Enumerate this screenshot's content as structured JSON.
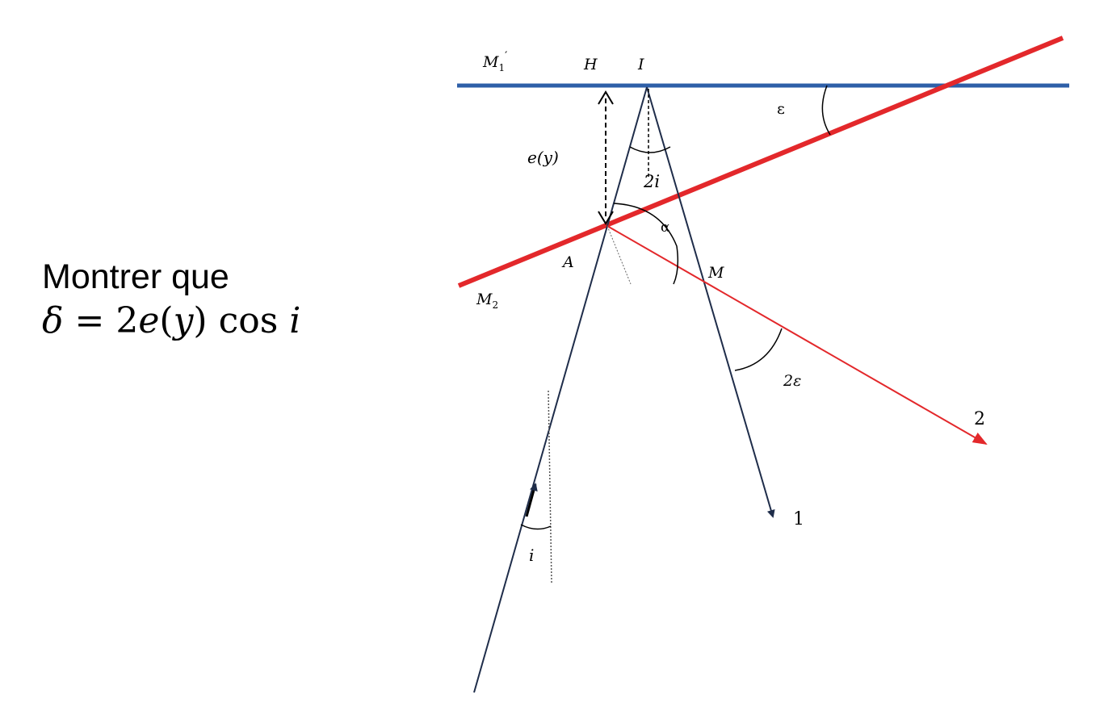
{
  "prompt": {
    "line1": "Montrer que",
    "delta": "δ",
    "equals": " = 2",
    "e": "e",
    "paren_open": "(",
    "y": "y",
    "paren_close": ")",
    "cos": " cos ",
    "i": "i"
  },
  "labels": {
    "M1p": "M",
    "M1p_sub": "1",
    "M1p_prime": "′",
    "H": "H",
    "I": "I",
    "epsilon": "ε",
    "ey": "e(y)",
    "two_i": "2i",
    "alpha": "α",
    "A": "A",
    "M": "M",
    "M2": "M",
    "M2_sub": "2",
    "two_eps": "2ε",
    "ray2": "2",
    "ray1": "1",
    "i_angle": "i"
  },
  "colors": {
    "mirror_m1": "#2e5fa8",
    "mirror_m2": "#e3282b",
    "ray_black": "#1f2d4a",
    "ray_red": "#e3282b"
  }
}
